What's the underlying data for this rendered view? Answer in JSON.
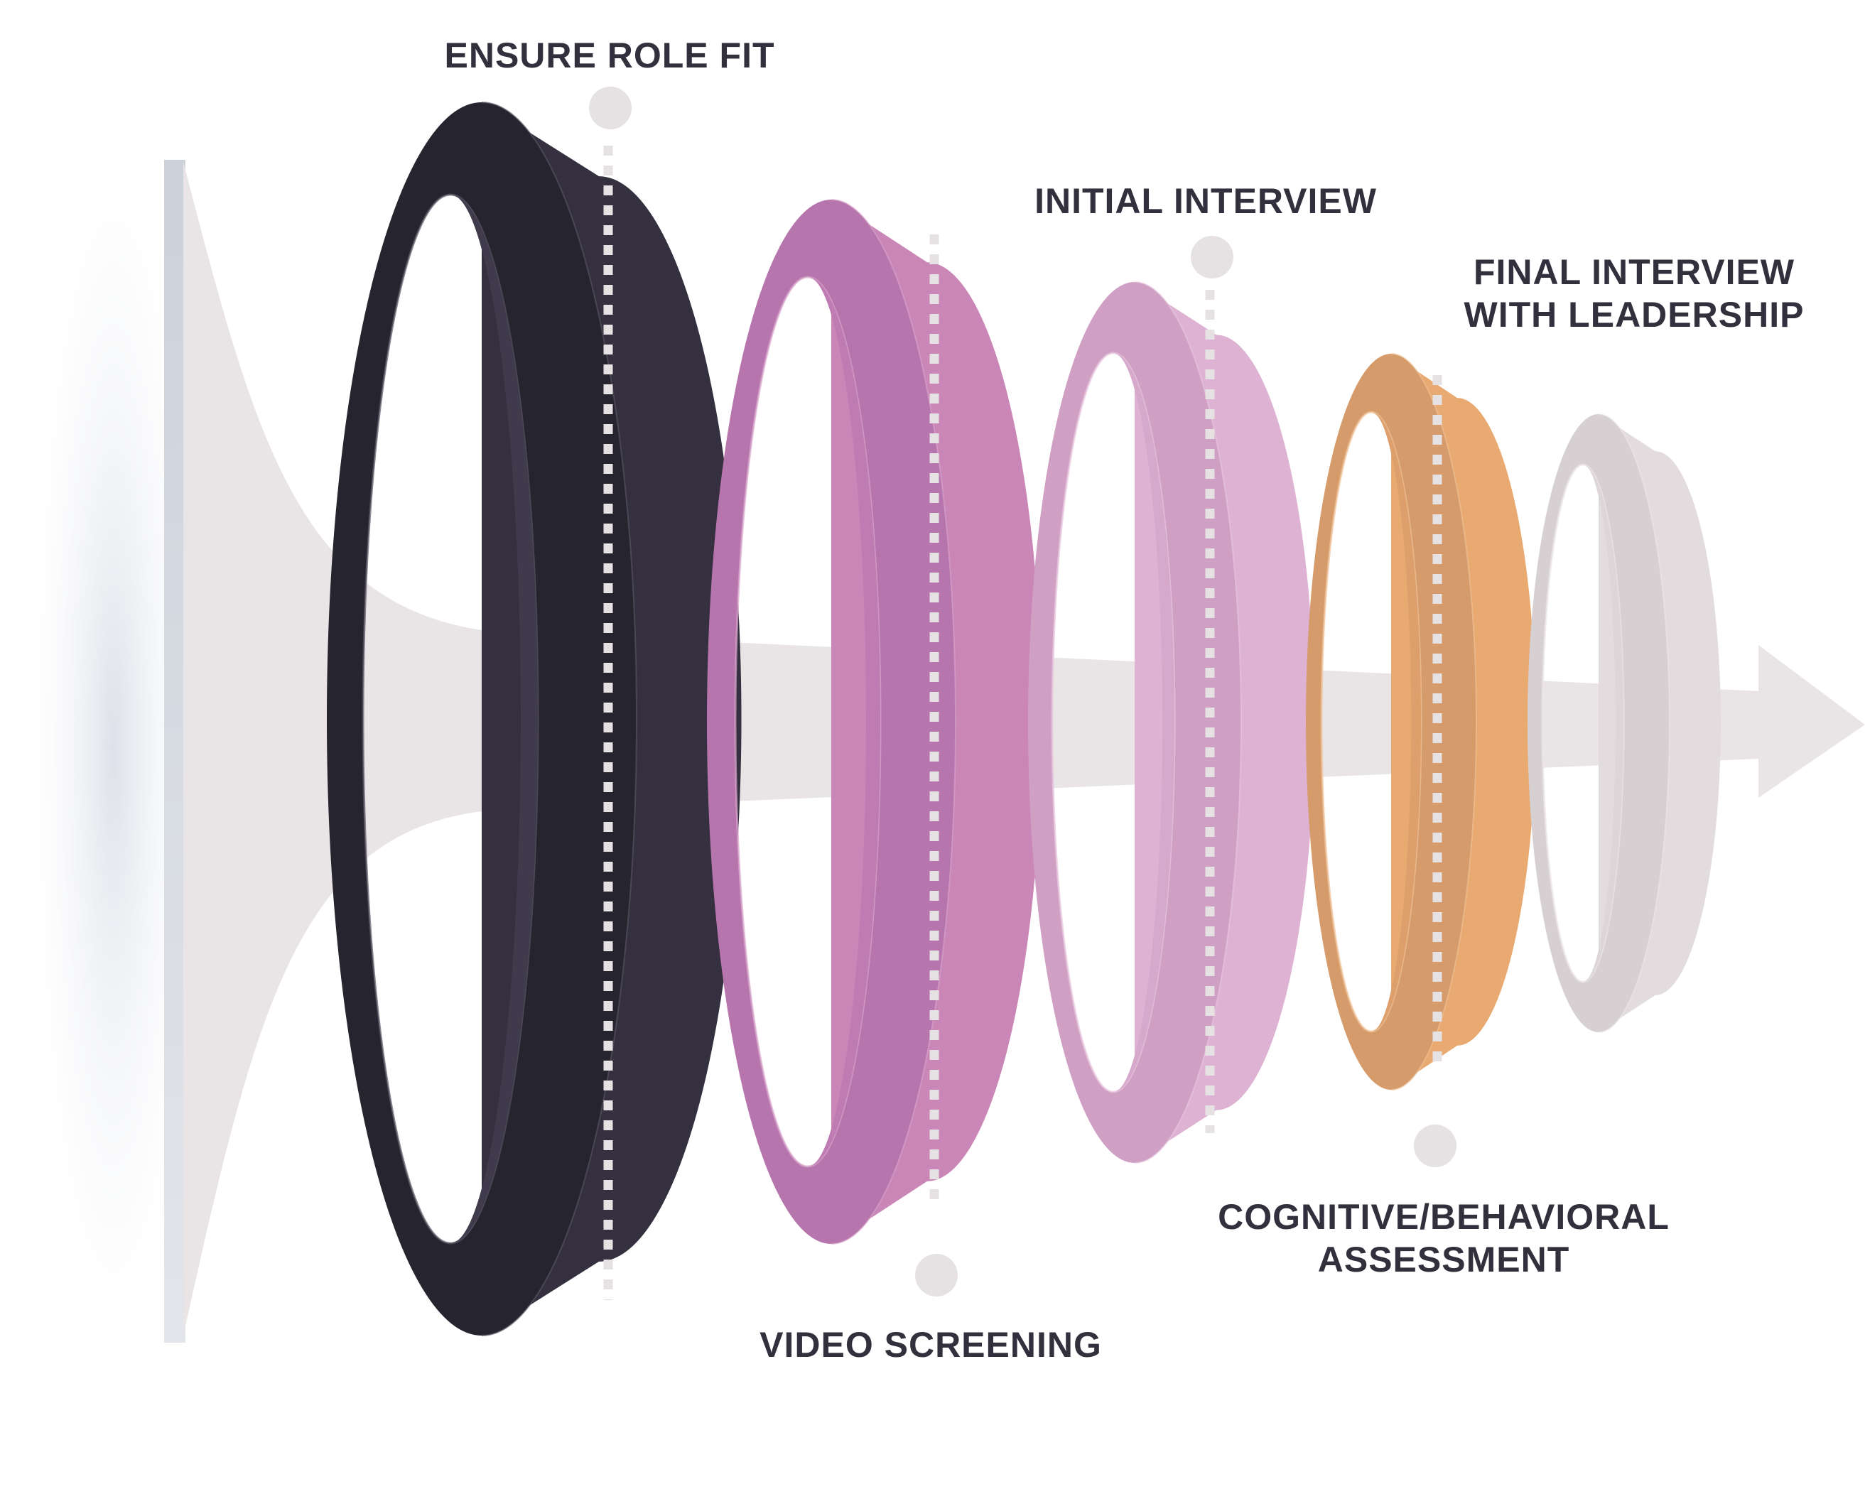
{
  "colors": {
    "label": "#33303e",
    "funnel": "#e9e4e6",
    "wall": "#d6dae1",
    "marker": "#e6e2e4"
  },
  "stages": [
    {
      "id": "ensure-role-fit",
      "lines": [
        "ENSURE ROLE FIT"
      ],
      "colors": {
        "outer": "#34303f",
        "inner": "#26242e",
        "band": "#403b4c",
        "rim": "#5d5868"
      }
    },
    {
      "id": "video-screening",
      "lines": [
        "VIDEO SCREENING"
      ],
      "colors": {
        "outer": "#ca86b7",
        "inner": "#b775ae",
        "band": "#bf7cb3",
        "rim": "#d8a6cc"
      }
    },
    {
      "id": "initial-interview",
      "lines": [
        "INITIAL INTERVIEW"
      ],
      "colors": {
        "outer": "#deb2d3",
        "inner": "#d09fc4",
        "band": "#d6a8cb",
        "rim": "#e8c9e0"
      }
    },
    {
      "id": "cognitive-behavioral-assessment",
      "lines": [
        "COGNITIVE/BEHAVIORAL",
        "ASSESSMENT"
      ],
      "colors": {
        "outer": "#e8aa70",
        "inner": "#d59b6b",
        "band": "#dda06c",
        "rim": "#f0c39a"
      }
    },
    {
      "id": "final-interview-with-leadership",
      "lines": [
        "FINAL INTERVIEW",
        "WITH LEADERSHIP"
      ],
      "colors": {
        "outer": "#e3dcde",
        "inner": "#d6d0d3",
        "band": "#ddd6d9",
        "rim": "#ece7e9"
      }
    }
  ]
}
